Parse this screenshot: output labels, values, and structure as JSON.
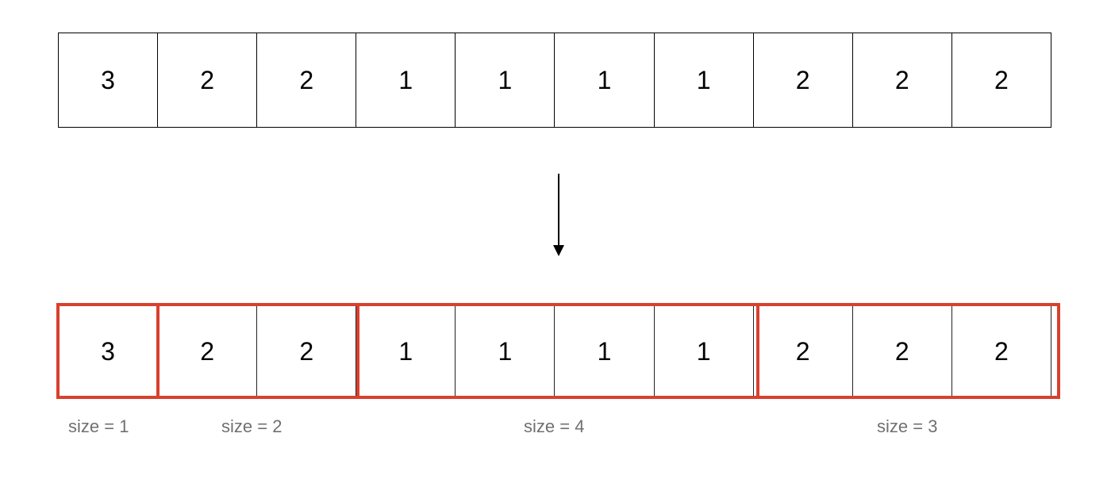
{
  "input_array": [
    "3",
    "2",
    "2",
    "1",
    "1",
    "1",
    "1",
    "2",
    "2",
    "2"
  ],
  "output_array": [
    "3",
    "2",
    "2",
    "1",
    "1",
    "1",
    "1",
    "2",
    "2",
    "2"
  ],
  "groups": [
    {
      "label": "size = 1"
    },
    {
      "label": "size = 2"
    },
    {
      "label": "size = 4"
    },
    {
      "label": "size = 3"
    }
  ],
  "colors": {
    "group_border": "#d9402e",
    "label_text": "#707070",
    "cell_border": "#000000"
  },
  "icons": {
    "transform_arrow": "arrow-down-icon"
  }
}
